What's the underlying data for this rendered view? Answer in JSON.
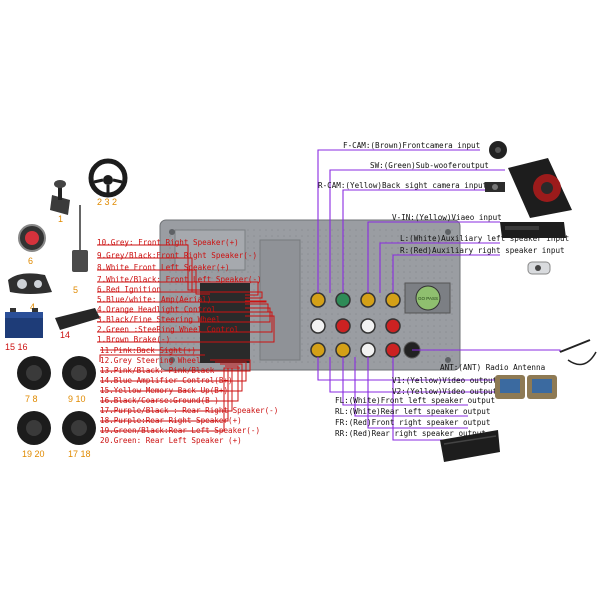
{
  "colors": {
    "wire_red": "#cc1111",
    "wire_purple": "#8a2be2",
    "label_red": "#cc1111",
    "label_black": "#111111",
    "unit_gray": "#8e9196",
    "number_orange": "#e08a00"
  },
  "left_labels": [
    {
      "text": "10.Grey: Front Right Speaker(+)"
    },
    {
      "text": "9.Grey/Black:Front Right Speaker(-)"
    },
    {
      "text": "8.White Front Left Speaker(+)"
    },
    {
      "text": "7.White/Black: Front Left Speaker(-)"
    },
    {
      "text": "6.Red Ignition"
    },
    {
      "text": "5.Blue/white: Amp(Aerial)"
    },
    {
      "text": "4.Orange Headlight Control"
    },
    {
      "text": "3.Black/Fine Steering Wheel"
    },
    {
      "text": "2.Green :SteeRing Wheel Control"
    },
    {
      "text": "1.Brown Brake(-)"
    },
    {
      "text": "11.Pink:Back Sight(+)"
    },
    {
      "text": "12.Grey  Steering Wheel"
    },
    {
      "text": "13.Pink/Black: Pink/Black"
    },
    {
      "text": "14.Blue Amplifier Control(B+)"
    },
    {
      "text": "15.Yellow Memory Back Up(B+)"
    },
    {
      "text": "16.Black/Coarse:Ground(B-)"
    },
    {
      "text": "17.Purple/Black : Rear Right Speaker(-)"
    },
    {
      "text": "18.Purple:Rear Right Speaker(+)"
    },
    {
      "text": "19.Green/Black:Rear Left Speaker(-)"
    },
    {
      "text": "20.Green: Rear Left Speaker (+)"
    }
  ],
  "right_labels": [
    {
      "text": "F-CAM:(Brown)Frontcamera input"
    },
    {
      "text": "SW:(Green)Sub-wooferoutput"
    },
    {
      "text": "R-CAM:(Yellow)Back sight camera input"
    },
    {
      "text": "V-IN:(Yellow)Viaeo input"
    },
    {
      "text": "L:(White)Auxiliary left speaker input"
    },
    {
      "text": "R:(Red)Auxiliary right speaker input"
    },
    {
      "text": "ANT:(ANT) Radio Antenna"
    },
    {
      "text": "V1:(Yellow)Video output"
    },
    {
      "text": "V2:(Yellow)Video output"
    },
    {
      "text": "FL:(White)Front left speaker output"
    },
    {
      "text": "RL:(White)Rear left speaker output"
    },
    {
      "text": "FR:(Red)Front right speaker output"
    },
    {
      "text": "RR:(Red)Rear right speaker output"
    }
  ],
  "component_numbers": {
    "n1": "1",
    "n232": "2 3 2",
    "n5": "5",
    "n6": "6",
    "n4": "4",
    "n14": "14",
    "n1516": "15 16",
    "n78": "7 8",
    "n910": "9 10",
    "n1920": "19 20",
    "n1718": "17 18"
  },
  "unit_badge": "GO PASS",
  "icons": [
    "steering-wheel-icon",
    "gear-shift-icon",
    "start-button-icon",
    "antenna-icon",
    "headlight-icon",
    "car-battery-icon",
    "amplifier-icon",
    "speaker-icon",
    "front-camera-icon",
    "subwoofer-icon",
    "rear-camera-icon",
    "dvd-player-icon",
    "radio-antenna-icon",
    "headrest-monitor-icon"
  ]
}
